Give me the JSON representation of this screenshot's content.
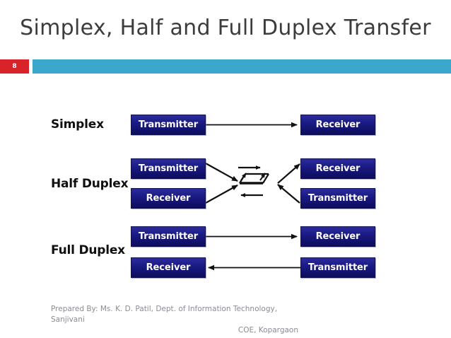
{
  "slide": {
    "title": "Simplex, Half and Full Duplex Transfer",
    "page_number": "8",
    "accent_color": "#3ba7ca",
    "badge_color": "#d8232a",
    "node_color": "#191980",
    "title_color": "#3c3c3c"
  },
  "diagram": {
    "rows": [
      {
        "label": "Simplex",
        "left_nodes": [
          "Transmitter"
        ],
        "right_nodes": [
          "Receiver"
        ],
        "connectors": "single-arrow-right"
      },
      {
        "label": "Half Duplex",
        "left_nodes": [
          "Transmitter",
          "Receiver"
        ],
        "right_nodes": [
          "Receiver",
          "Transmitter"
        ],
        "connectors": "switch-hub",
        "hub_icon": "half-duplex-switch-icon"
      },
      {
        "label": "Full Duplex",
        "left_nodes": [
          "Transmitter",
          "Receiver"
        ],
        "right_nodes": [
          "Receiver",
          "Transmitter"
        ],
        "connectors": "two-opposing-arrows"
      }
    ]
  },
  "footer": {
    "line1": "Prepared By: Ms. K. D. Patil, Dept. of Information Technology, Sanjivani",
    "line2": "COE, Kopargaon"
  }
}
